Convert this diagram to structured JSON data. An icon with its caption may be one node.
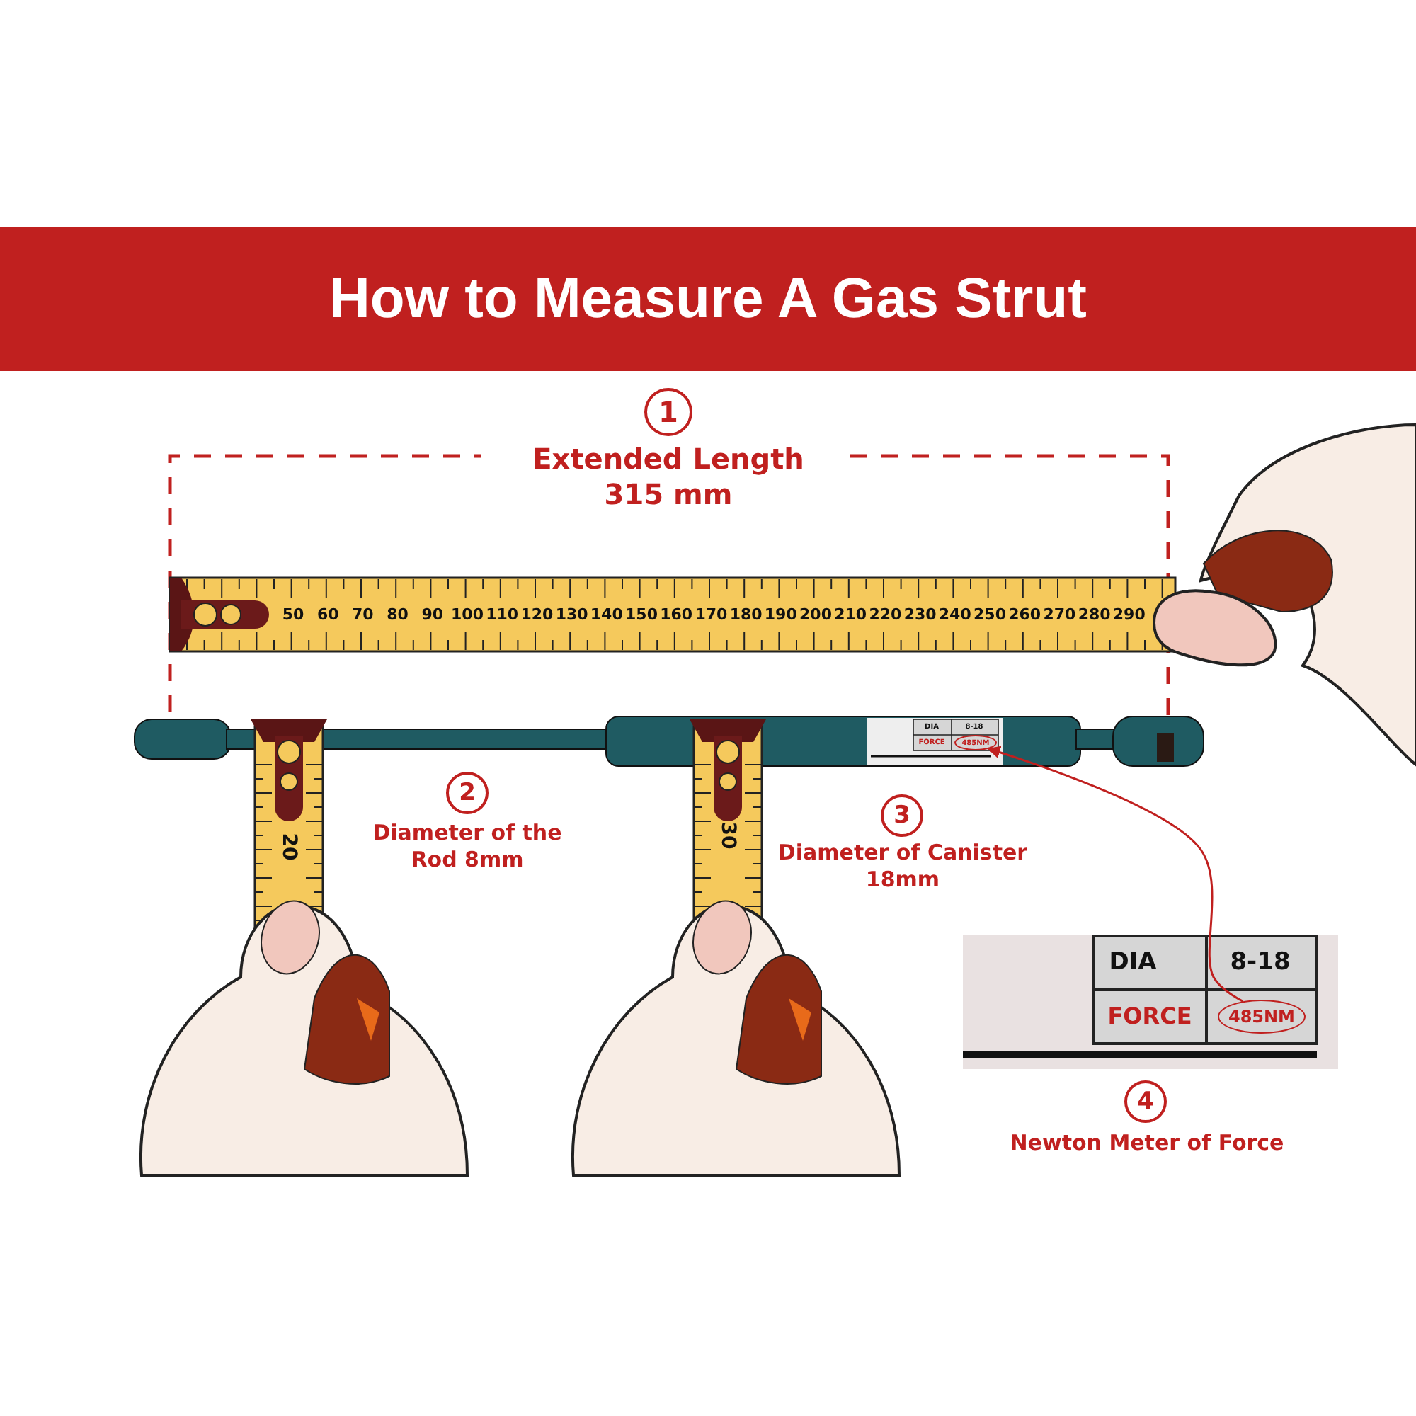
{
  "diagram": {
    "title": "How to Measure A Gas Strut",
    "nodes": [
      {
        "text": [
          "1"
        ],
        "beside": [
          "Extended Length 315 mm"
        ]
      },
      {
        "text": [
          "485NM"
        ]
      },
      {
        "text": [
          "2"
        ],
        "beside": [
          "Diameter of the Rod 8mm"
        ]
      },
      {
        "text": [
          "3"
        ],
        "beside": [
          "Diameter of Canister 18mm"
        ]
      },
      {
        "text": [
          "485NM"
        ]
      },
      {
        "text": [
          "4"
        ],
        "beside": [
          "Newton Meter of Force"
        ]
      }
    ],
    "edges": [
      {
        "from": 4,
        "to": 1,
        "arrow": "to"
      }
    ],
    "labels": [
      "50",
      "60",
      "70",
      "80",
      "90",
      "100",
      "110",
      "120",
      "130",
      "140",
      "150",
      "160",
      "170",
      "180",
      "190",
      "200",
      "210",
      "220",
      "230",
      "240",
      "250",
      "260",
      "270",
      "280",
      "290",
      "DIA",
      "8-18",
      "FORCE",
      "20",
      "30",
      "DIA",
      "8-18",
      "FORCE"
    ]
  }
}
